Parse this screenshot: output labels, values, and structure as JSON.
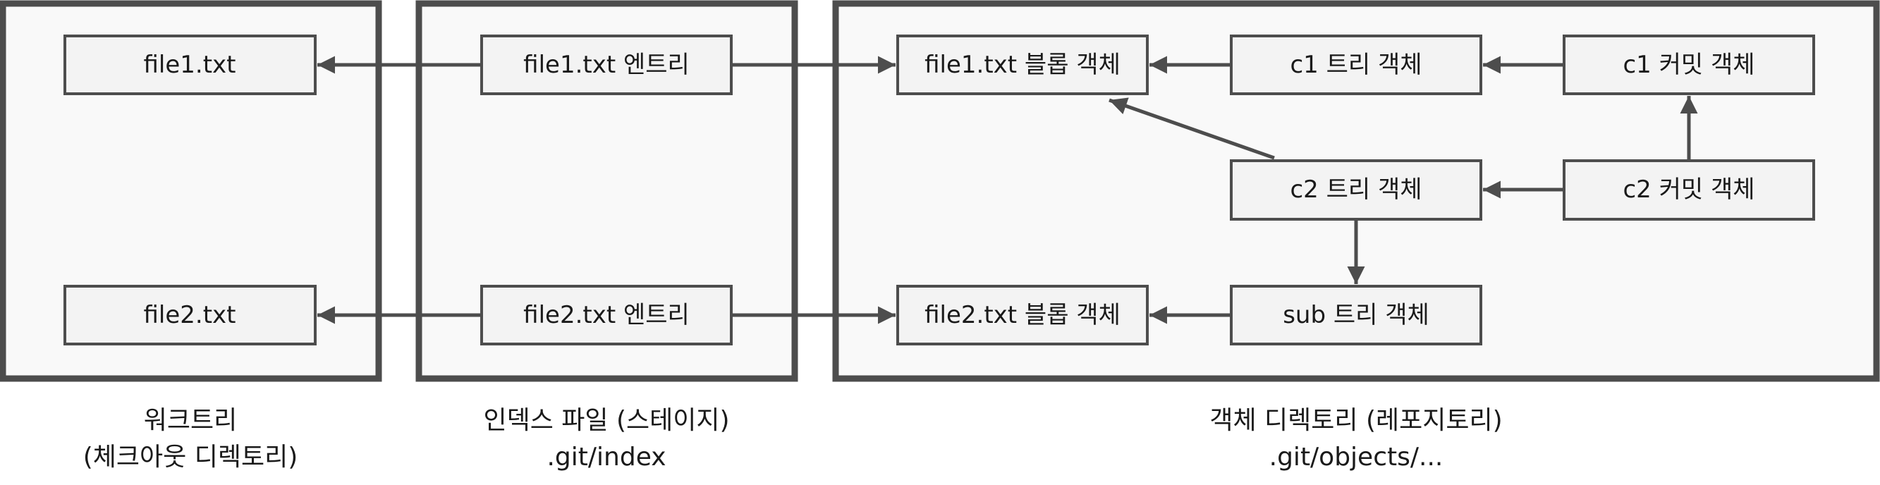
{
  "panels": {
    "worktree": {
      "title": "워크트리",
      "subtitle": "(체크아웃 디렉토리)"
    },
    "index": {
      "title": "인덱스 파일 (스테이지)",
      "subtitle": ".git/index"
    },
    "objects": {
      "title": "객체 디렉토리 (레포지토리)",
      "subtitle": ".git/objects/..."
    }
  },
  "nodes": {
    "wt_file1": "file1.txt",
    "wt_file2": "file2.txt",
    "idx_file1": "file1.txt 엔트리",
    "idx_file2": "file2.txt 엔트리",
    "blob1": "file1.txt 블롭 객체",
    "blob2": "file2.txt 블롭 객체",
    "c1_tree": "c1 트리 객체",
    "c1_commit": "c1 커밋 객체",
    "c2_tree": "c2 트리 객체",
    "c2_commit": "c2 커밋 객체",
    "sub_tree": "sub 트리 객체"
  },
  "colors": {
    "stroke": "#4d4d4d",
    "panel_fill": "#f9f9f9",
    "box_fill": "#f3f3f3"
  }
}
